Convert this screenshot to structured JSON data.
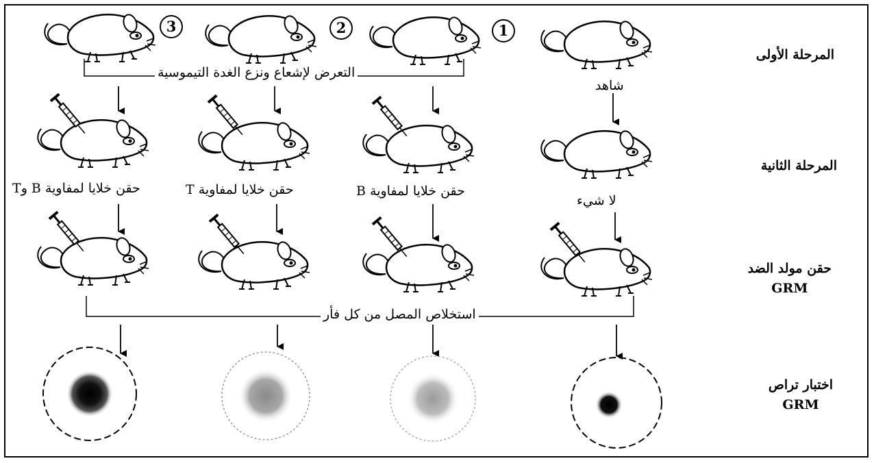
{
  "stages": {
    "stage1": "المرحلة الأولى",
    "stage2": "المرحلة الثانية",
    "antigen_line1": "حقن مولد الضد",
    "antigen_line2": "GRM",
    "test_line1": "اختبار تراص",
    "test_line2": "GRM"
  },
  "mouse_numbers": [
    "1",
    "2",
    "3"
  ],
  "labels": {
    "irradiation": "التعرض لإشعاع ونزع الغدة التيموسية",
    "control": "شاهد",
    "nothing": "لا شيء",
    "inject_b": "حقن خلايا لمفاوية B",
    "inject_t": "حقن خلايا لمفاوية T",
    "inject_tb": "حقن خلايا لمفاوية B وT",
    "serum": "استخلاص المصل من كل فأر"
  },
  "agglutination": [
    {
      "column": "3",
      "agglutination": "strong",
      "color": "#000000"
    },
    {
      "column": "2",
      "agglutination": "weak",
      "color": "#777777"
    },
    {
      "column": "1",
      "agglutination": "weak",
      "color": "#8a8a8a"
    },
    {
      "column": "control",
      "agglutination": "strong",
      "color": "#000000"
    }
  ]
}
